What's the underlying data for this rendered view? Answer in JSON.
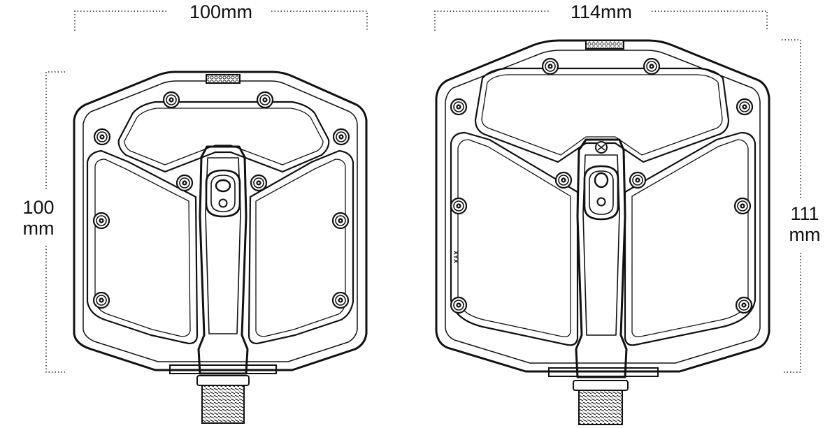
{
  "dimensions": {
    "small_width": "100mm",
    "small_height": [
      "100",
      "mm"
    ],
    "large_width": "114mm",
    "large_height": [
      "111",
      "mm"
    ]
  },
  "pedals": [
    {
      "name": "small pedal",
      "marking": ""
    },
    {
      "name": "large pedal",
      "marking": "XYX"
    }
  ]
}
